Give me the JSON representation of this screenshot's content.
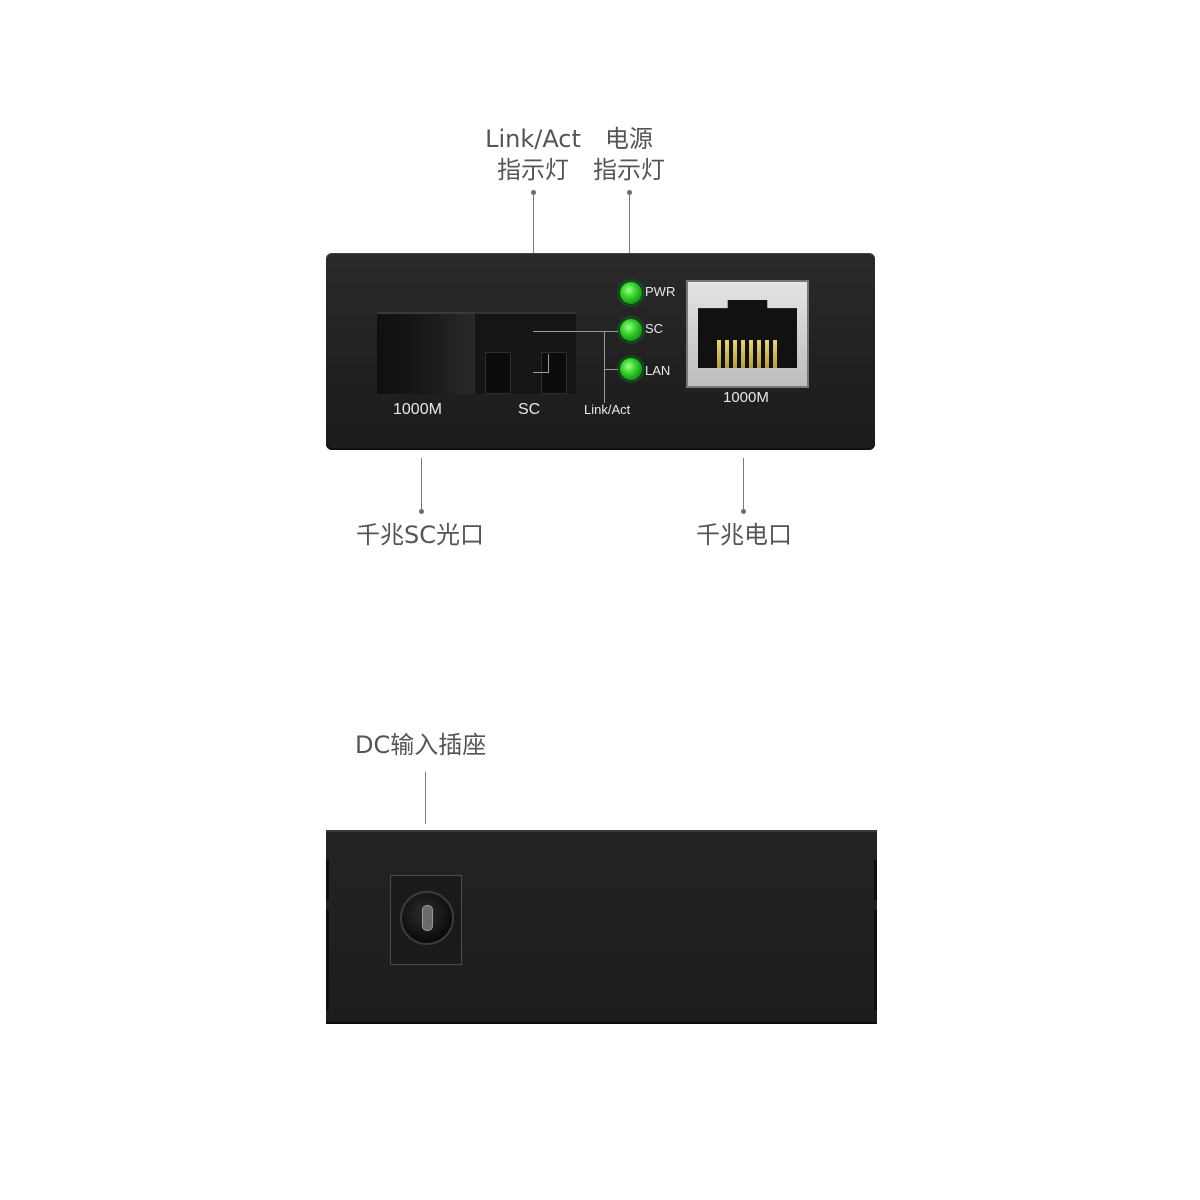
{
  "callouts": {
    "link_act_line1": "Link/Act",
    "link_act_line2": "指示灯",
    "power_line1": "电源",
    "power_line2": "指示灯",
    "sc_port": "千兆SC光口",
    "rj45_port": "千兆电口",
    "dc_input": "DC输入插座"
  },
  "front_panel": {
    "sc_speed": "1000M",
    "sc_label": "SC",
    "link_act_label": "Link/Act",
    "rj45_speed": "1000M",
    "leds": [
      {
        "label": "PWR",
        "color": "#35d22a"
      },
      {
        "label": "SC",
        "color": "#35d22a"
      },
      {
        "label": "LAN",
        "color": "#35d22a"
      }
    ]
  },
  "colors": {
    "device_body": "#222222",
    "callout_text": "#555555",
    "panel_text": "#e8e8e8"
  }
}
